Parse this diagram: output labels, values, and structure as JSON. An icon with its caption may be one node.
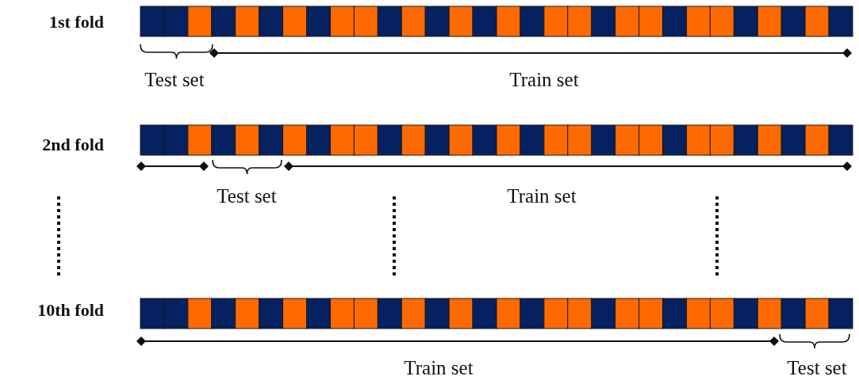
{
  "diagram": {
    "labels": [
      "1st fold",
      "Test set",
      "Train set",
      "2nd fold",
      "Test set",
      "Train set",
      "10th fold",
      "Train set",
      "Test set"
    ]
  }
}
